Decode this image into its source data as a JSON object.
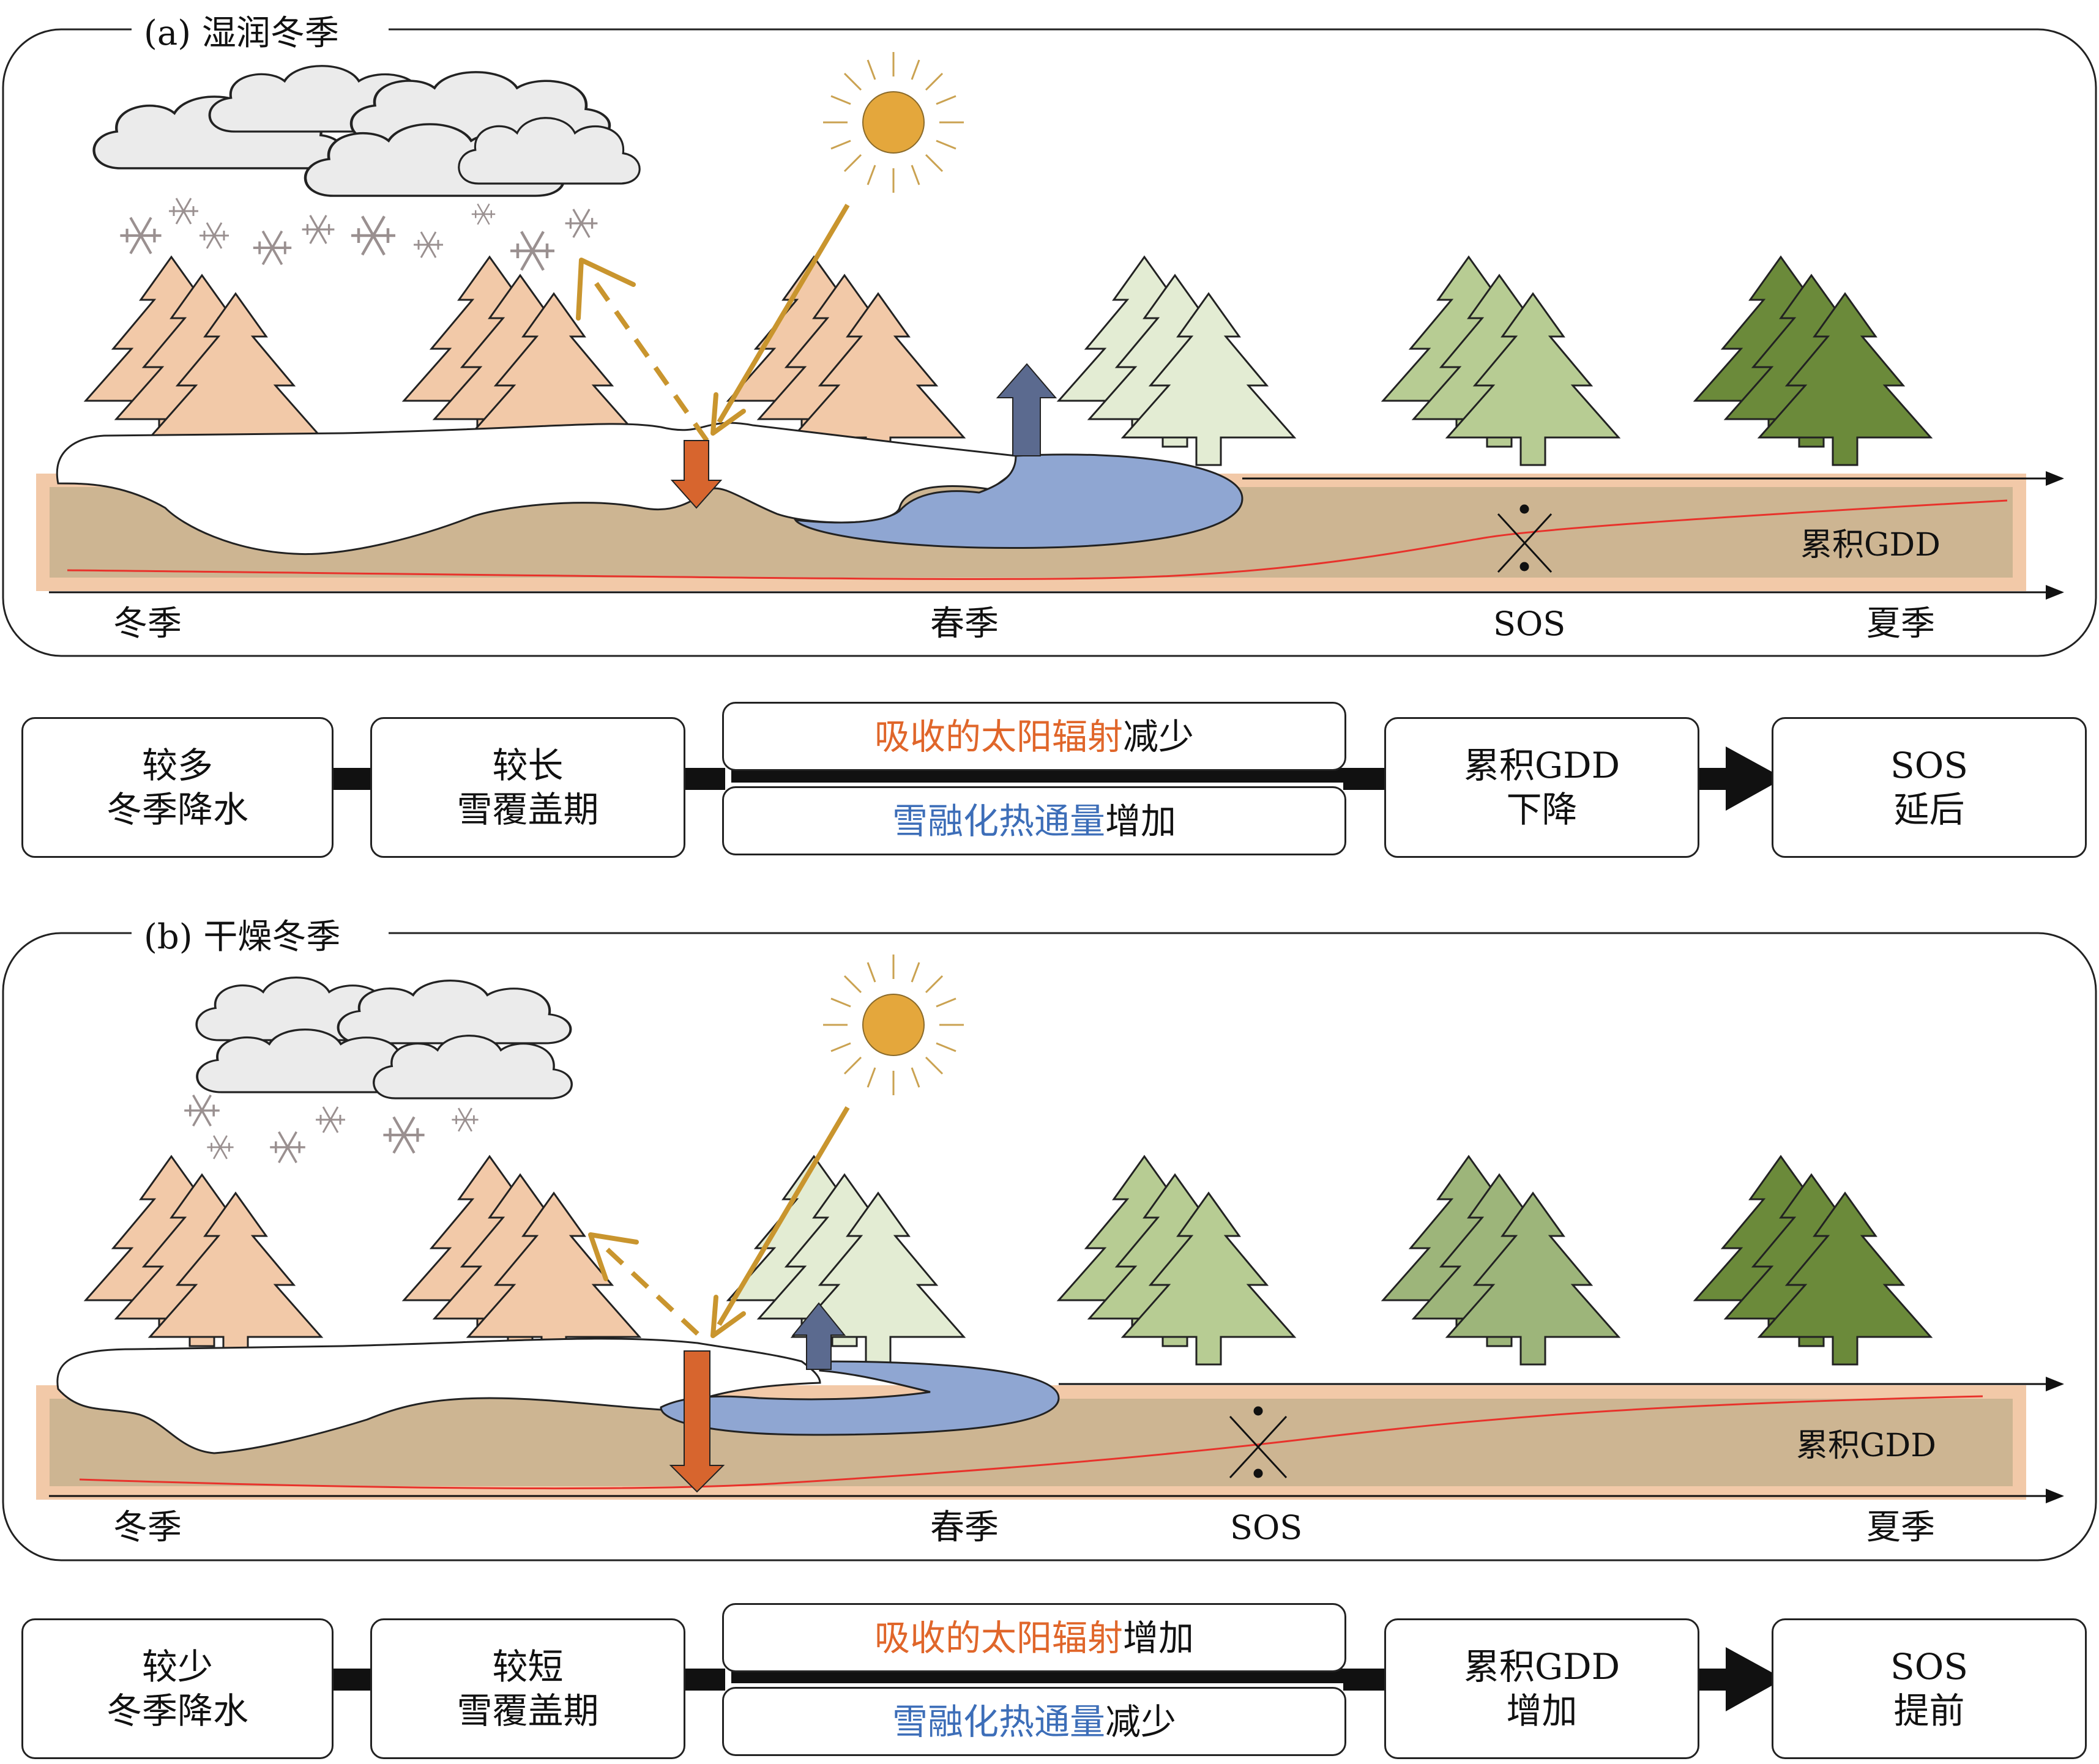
{
  "panel_a": {
    "title": "(a) 湿润冬季",
    "axis": {
      "winter": "冬季",
      "spring": "春季",
      "sos": "SOS",
      "summer": "夏季"
    },
    "gdd_label": "累积GDD",
    "flow": {
      "box1": [
        "较多",
        "冬季降水"
      ],
      "box2": [
        "较长",
        "雪覆盖期"
      ],
      "box3_top": {
        "colored": "吸收的太阳辐射",
        "plain": "减少"
      },
      "box3_bottom": {
        "colored": "雪融化热通量",
        "plain": "增加"
      },
      "box4": [
        "累积GDD",
        "下降"
      ],
      "box5": [
        "SOS",
        "延后"
      ]
    }
  },
  "panel_b": {
    "title": "(b) 干燥冬季",
    "axis": {
      "winter": "冬季",
      "spring": "春季",
      "sos": "SOS",
      "summer": "夏季"
    },
    "gdd_label": "累积GDD",
    "flow": {
      "box1": [
        "较少",
        "冬季降水"
      ],
      "box2": [
        "较短",
        "雪覆盖期"
      ],
      "box3_top": {
        "colored": "吸收的太阳辐射",
        "plain": "增加"
      },
      "box3_bottom": {
        "colored": "雪融化热通量",
        "plain": "减少"
      },
      "box4": [
        "累积GDD",
        "增加"
      ],
      "box5": [
        "SOS",
        "提前"
      ]
    }
  },
  "colors": {
    "tree_dormant": "#f2c9a8",
    "tree_pale": "#e3ecd3",
    "tree_light": "#b7cc93",
    "tree_mid": "#9db57a",
    "tree_dark": "#6b8a3a",
    "soil": "#cdb592",
    "soil_border": "#f2c9a8",
    "water": "#8fa6d2",
    "sun": "#e4a73c",
    "sun_ray": "#caa251",
    "arrow_absorb": "#d7652e",
    "arrow_heat": "#5b6a8f",
    "gdd_curve": "#e8322b",
    "text_orange": "#e0662a",
    "text_blue": "#3d6eb8"
  }
}
